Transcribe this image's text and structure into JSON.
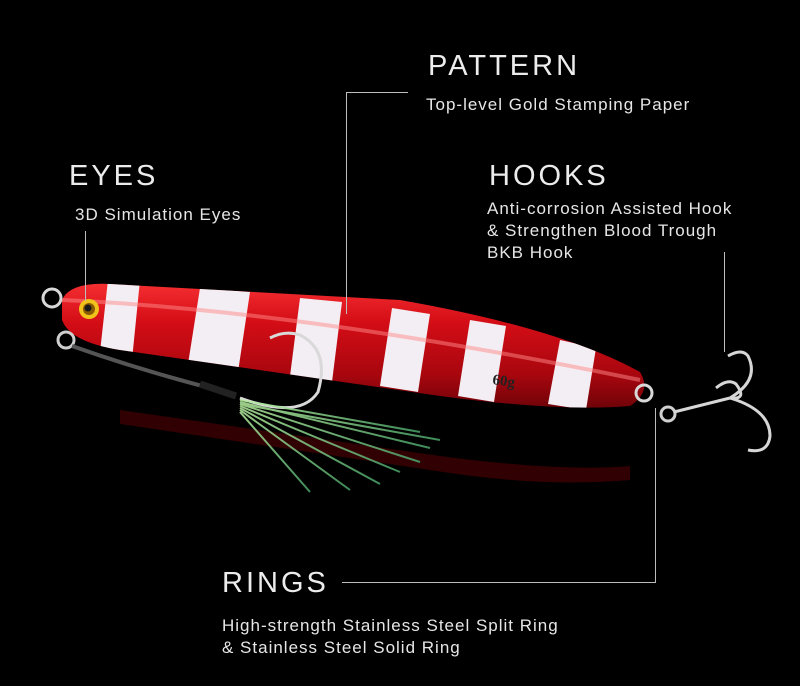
{
  "callouts": {
    "pattern": {
      "title": "PATTERN",
      "desc": "Top-level Gold Stamping Paper"
    },
    "eyes": {
      "title": "EYES",
      "desc": "3D Simulation Eyes"
    },
    "hooks": {
      "title": "HOOKS",
      "desc_lines": [
        "Anti-corrosion Assisted Hook",
        "& Strengthen Blood Trough",
        "BKB Hook"
      ]
    },
    "rings": {
      "title": "RINGS",
      "desc_lines": [
        "High-strength Stainless Steel Split Ring",
        "& Stainless Steel Solid Ring"
      ]
    }
  },
  "lure": {
    "weight_label": "60g",
    "body_color": "#d0101a",
    "stripe_color": "#f4f0f4",
    "skirt_color": "#7fe08a"
  }
}
